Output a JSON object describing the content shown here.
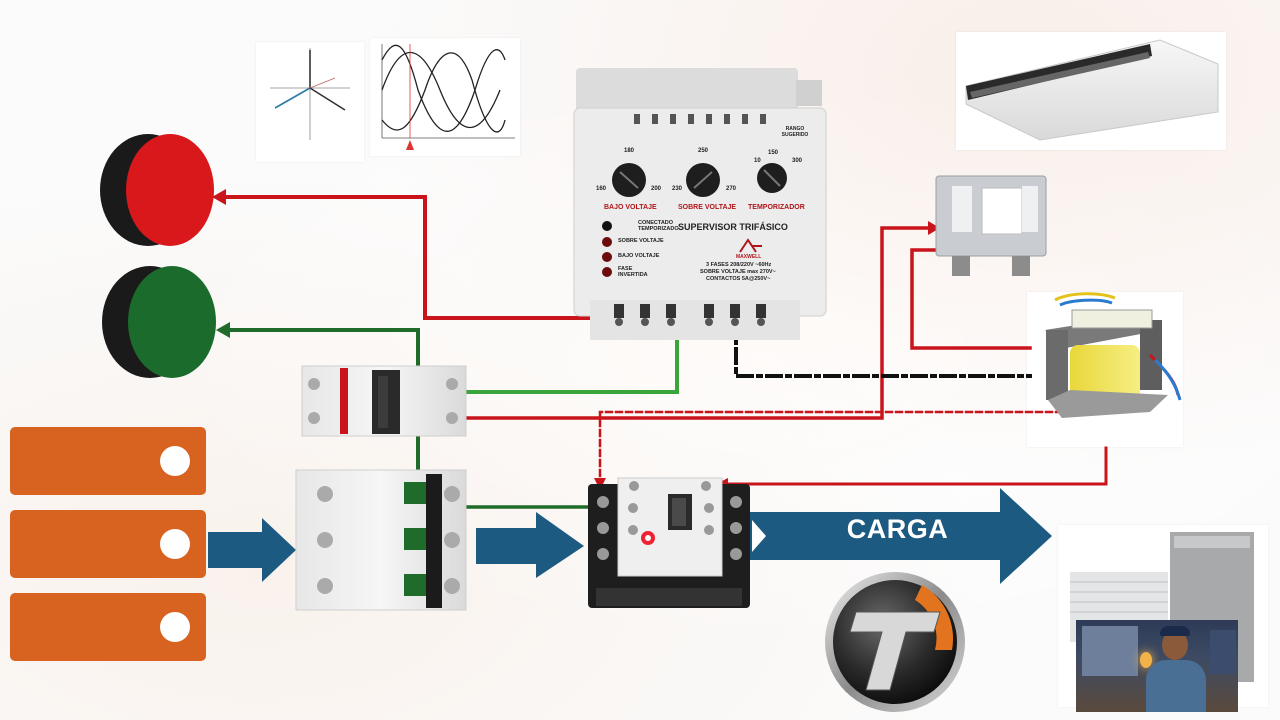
{
  "diagram": {
    "load_label": "CARGA",
    "supervisor": {
      "knobs": [
        {
          "label": "BAJO VOLTAJE",
          "top": "180",
          "left": "160",
          "right": "200"
        },
        {
          "label": "SOBRE VOLTAJE",
          "top": "250",
          "left": "230",
          "right": "270"
        },
        {
          "label": "TEMPORIZADOR",
          "top": "150",
          "left": "10",
          "right": "300"
        }
      ],
      "range_label": "RANGO SUGERIDO",
      "title": "SUPERVISOR TRIFÁSICO",
      "indicators": [
        "CONECTADO TEMPORIZADO",
        "SOBRE VOLTAJE",
        "BAJO VOLTAJE",
        "FASE INVERTIDA"
      ],
      "specs": [
        "3 FASES 208/220V ~60Hz",
        "SOBRE VOLTAJE max 270V~",
        "CONTACTOS 5A@250V~"
      ],
      "brand": "MAXWELL"
    },
    "colors": {
      "red_wire": "#c8141a",
      "green_wire": "#1f6b2a",
      "light_green_wire": "#3aa53a",
      "blue_arrow": "#1d5a82",
      "orange_bar": "#d8621f",
      "red_light": "#d8181a",
      "green_light": "#1b6b2c"
    }
  }
}
